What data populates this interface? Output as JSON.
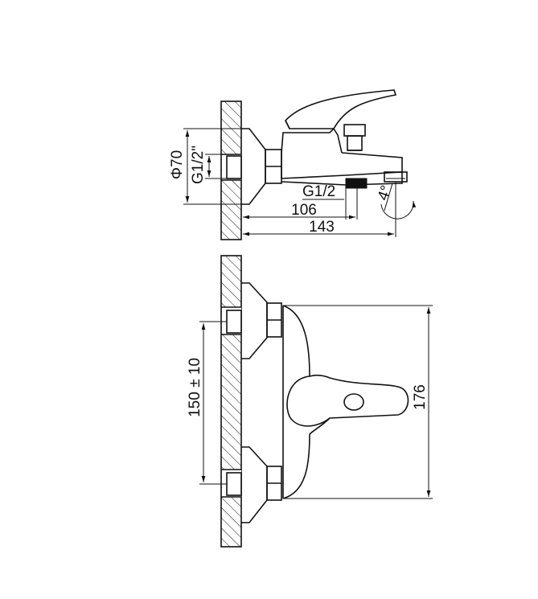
{
  "labels": {
    "diameter": "Φ70",
    "inlet_thread": "G1/2\"",
    "outlet_thread": "G1/2",
    "dim_106": "106",
    "dim_143": "143",
    "angle": "4°",
    "dim_height": "176",
    "dim_spacing": "150 ± 10"
  },
  "views": {
    "top": "side-view",
    "bottom": "front-view"
  }
}
